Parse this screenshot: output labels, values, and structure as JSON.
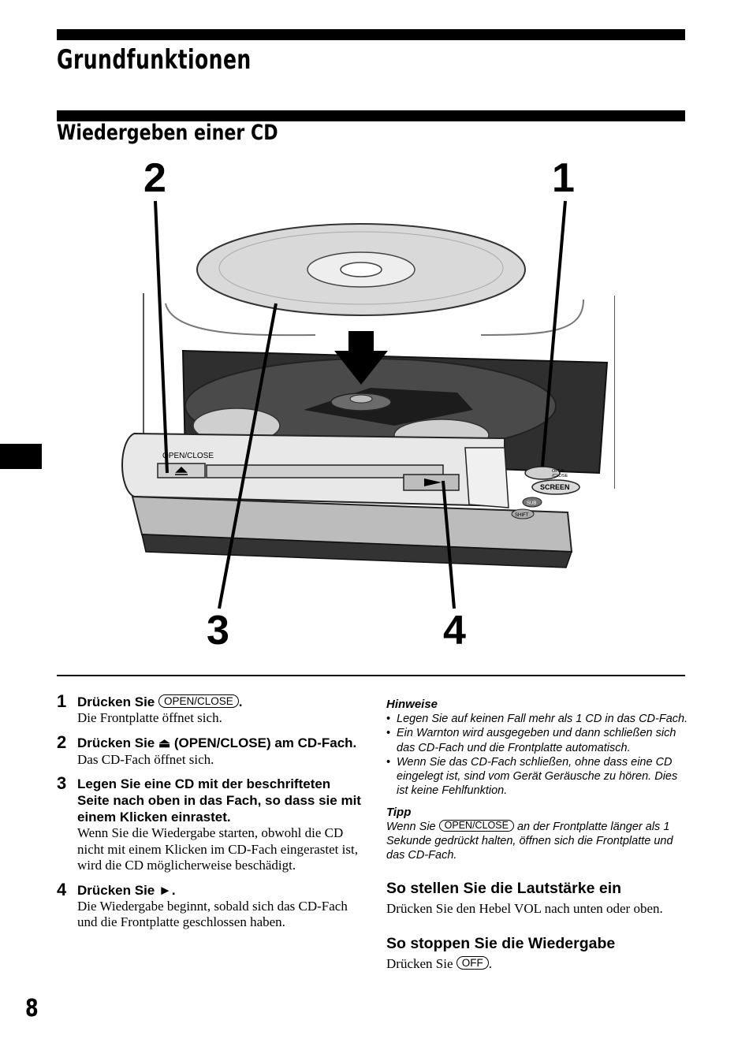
{
  "page": {
    "title": "Grundfunktionen",
    "section_title": "Wiedergeben einer CD",
    "page_number": "8"
  },
  "figure": {
    "callouts": [
      "2",
      "1",
      "3",
      "4"
    ],
    "labels": {
      "open_close": "OPEN/CLOSE",
      "open_close_small_1": "OPEN",
      "open_close_small_2": "/CLOSE",
      "screen": "SCREEN",
      "sub": "SUB",
      "shift": "SHIFT"
    }
  },
  "steps": [
    {
      "num": "1",
      "title_pre": "Drücken Sie ",
      "button": "OPEN/CLOSE",
      "title_post": ".",
      "body": "Die Frontplatte öffnet sich."
    },
    {
      "num": "2",
      "title_pre": "Drücken Sie ",
      "symbol": "⏏",
      "title_post": " (OPEN/CLOSE) am CD-Fach.",
      "body": "Das CD-Fach öffnet sich."
    },
    {
      "num": "3",
      "title": "Legen Sie eine CD mit der beschrifteten Seite nach oben in das Fach, so dass sie mit einem Klicken einrastet.",
      "body": "Wenn Sie die Wiedergabe starten, obwohl die CD nicht mit einem Klicken im CD-Fach eingerastet ist, wird die CD möglicherweise beschädigt."
    },
    {
      "num": "4",
      "title_pre": "Drücken Sie ",
      "symbol": "►",
      "title_post": ".",
      "body": "Die Wiedergabe beginnt, sobald sich das CD-Fach und die Frontplatte geschlossen haben."
    }
  ],
  "notes": {
    "heading": "Hinweise",
    "items": [
      "Legen Sie auf keinen Fall mehr als 1 CD in das CD-Fach.",
      "Ein Warnton wird ausgegeben und dann schließen sich das CD-Fach und die Frontplatte automatisch.",
      "Wenn Sie das CD-Fach schließen, ohne dass eine CD eingelegt ist, sind vom Gerät Geräusche zu hören. Dies ist keine Fehlfunktion."
    ]
  },
  "tip": {
    "heading": "Tipp",
    "pre": "Wenn Sie ",
    "button": "OPEN/CLOSE",
    "post": " an der Frontplatte länger als 1 Sekunde gedrückt halten, öffnen sich die Frontplatte und das CD-Fach."
  },
  "volume": {
    "heading": "So stellen Sie die Lautstärke ein",
    "body": "Drücken Sie den Hebel VOL nach unten oder oben."
  },
  "stop": {
    "heading": "So stoppen Sie die Wiedergabe",
    "pre": "Drücken Sie ",
    "button": "OFF",
    "post": "."
  }
}
